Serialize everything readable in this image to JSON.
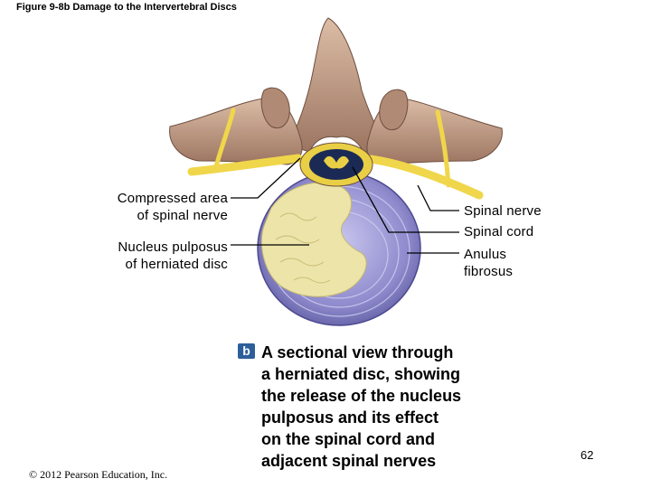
{
  "figure_title": "Figure 9-8b  Damage to the Intervertebral Discs",
  "labels": {
    "compressed_area_1": "Compressed area",
    "compressed_area_2": "of spinal nerve",
    "nucleus_1": "Nucleus pulposus",
    "nucleus_2": "of herniated disc",
    "spinal_nerve": "Spinal nerve",
    "spinal_cord": "Spinal cord",
    "anulus_1": "Anulus",
    "anulus_2": "fibrosus"
  },
  "caption": {
    "badge": "b",
    "lines": [
      "A sectional view through",
      "a herniated disc, showing",
      "the release of the nucleus",
      "pulposus and its effect",
      "on the spinal cord and",
      "adjacent spinal nerves"
    ]
  },
  "copyright": "© 2012 Pearson Education, Inc.",
  "page_number": "62",
  "colors": {
    "bone": "#c9a48c",
    "bone_dark": "#8a6a58",
    "disc": "#8a86c8",
    "disc_light": "#b9b6e6",
    "nucleus": "#e9e2a8",
    "nerve": "#f0d64a",
    "cord": "#1b2a55",
    "badge": "#2c5f9a"
  }
}
